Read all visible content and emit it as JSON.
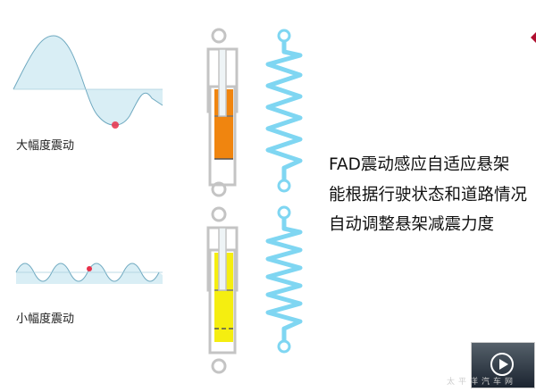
{
  "labels": {
    "large": "大幅度震动",
    "small": "小幅度震动"
  },
  "description_lines": [
    "FAD震动感应自适应悬架",
    "能根据行驶状态和道路情况",
    "自动调整悬架减震力度"
  ],
  "watermark": "太平洋汽车网",
  "colors": {
    "wave_fill": "#d9eef5",
    "wave_stroke": "#6fa9c0",
    "dot": "#e8304a",
    "orange": "#f0850f",
    "yellow": "#f5ee10",
    "spring": "#7fd6f2",
    "frame": "#c8c8c8",
    "accent": "#b01030"
  }
}
